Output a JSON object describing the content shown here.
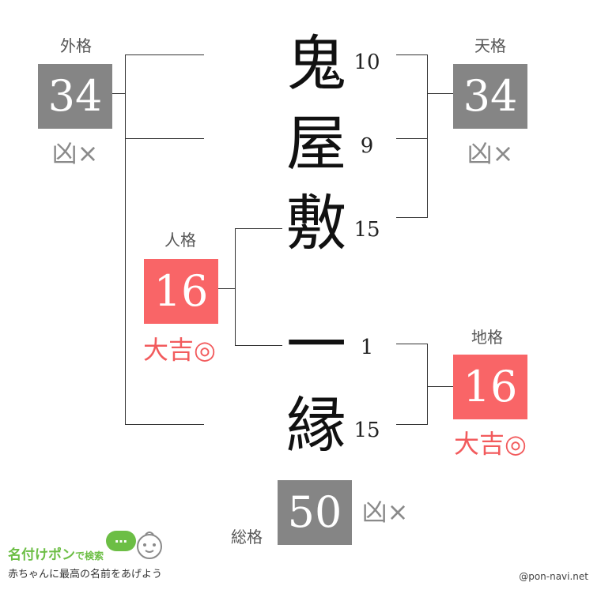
{
  "name": {
    "surname": [
      {
        "char": "鬼",
        "strokes": "10"
      },
      {
        "char": "屋",
        "strokes": "9"
      },
      {
        "char": "敷",
        "strokes": "15"
      }
    ],
    "given": [
      {
        "char": "一",
        "strokes": "1"
      },
      {
        "char": "縁",
        "strokes": "15"
      }
    ]
  },
  "fortunes": {
    "gaikaku": {
      "label": "外格",
      "value": "34",
      "result": "凶×",
      "color": "#858585"
    },
    "tenkaku": {
      "label": "天格",
      "value": "34",
      "result": "凶×",
      "color": "#858585"
    },
    "jinkaku": {
      "label": "人格",
      "value": "16",
      "result": "大吉◎",
      "color": "#f96567"
    },
    "chikaku": {
      "label": "地格",
      "value": "16",
      "result": "大吉◎",
      "color": "#f96567"
    },
    "soukaku": {
      "label": "総格",
      "value": "50",
      "result": "凶×",
      "color": "#858585"
    }
  },
  "logo": {
    "title": "名付けポン",
    "title_suffix": "で検索",
    "bubble": "…",
    "tagline": "赤ちゃんに最高の名前をあげよう",
    "icon": "baby-face-icon"
  },
  "credit": "@pon-navi.net"
}
